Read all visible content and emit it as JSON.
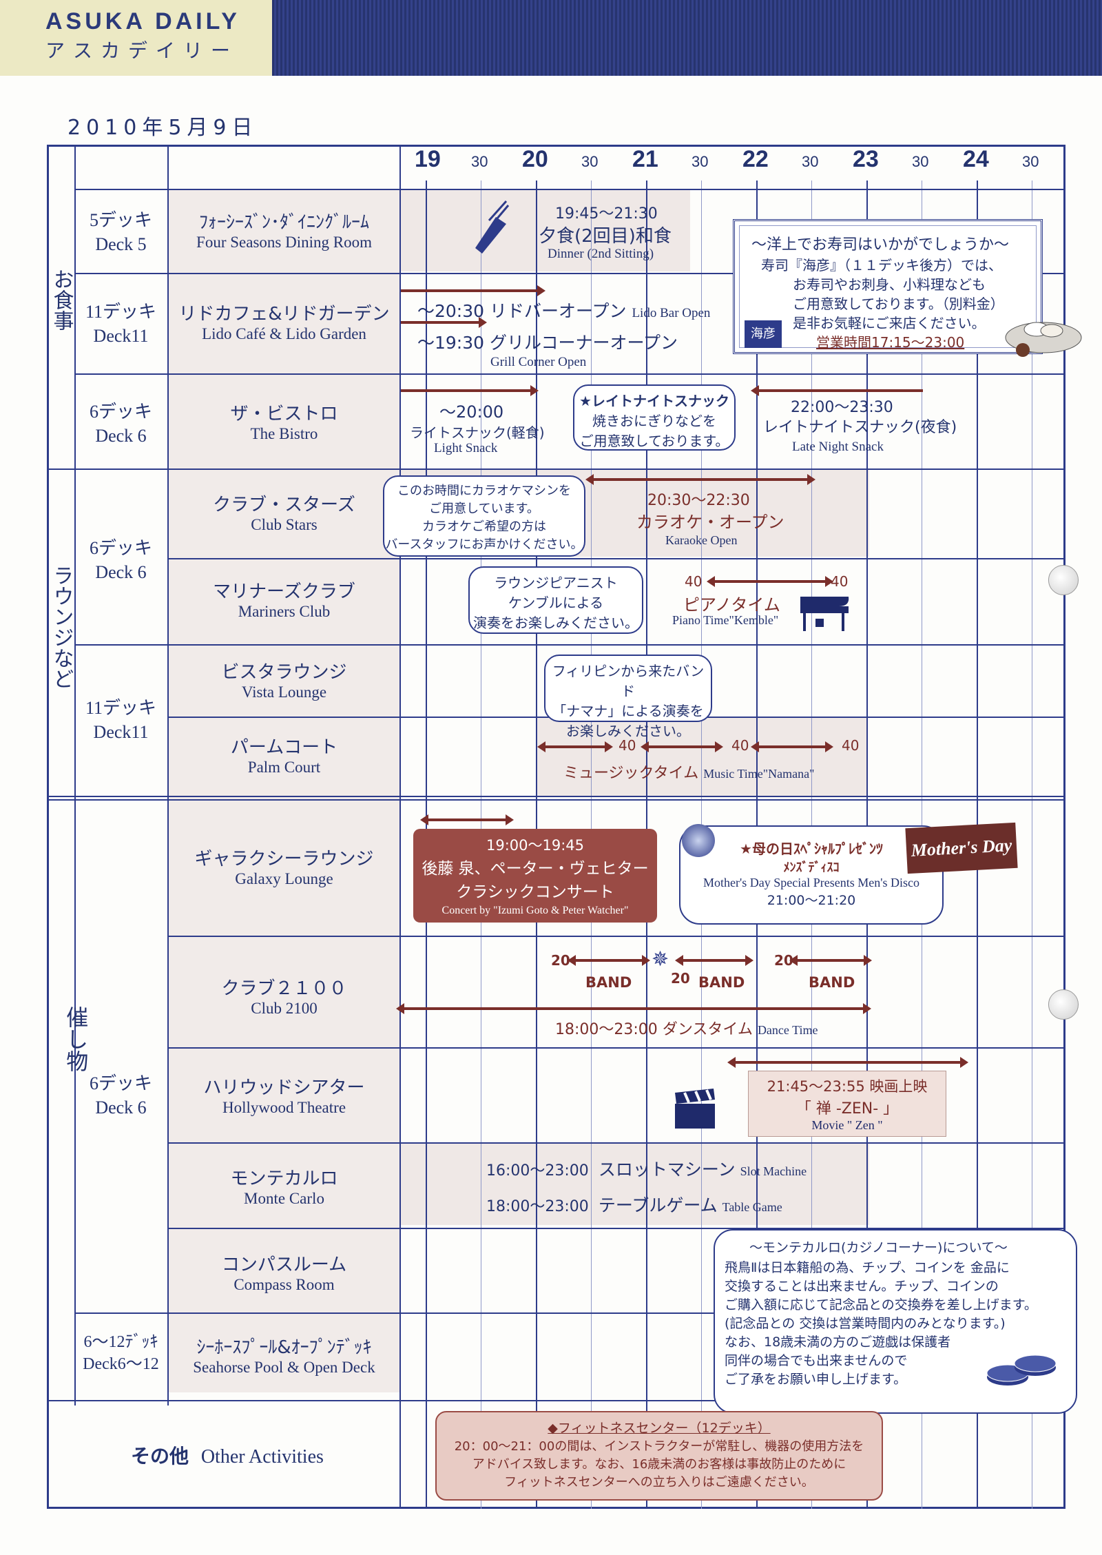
{
  "header": {
    "brand_en": "ASUKA DAILY",
    "brand_ja": "アスカデイリー",
    "date": "2010年5月9日"
  },
  "timeline": {
    "hours": [
      "19",
      "20",
      "21",
      "22",
      "23",
      "24"
    ],
    "half": "30"
  },
  "sections": {
    "dining": "お食事",
    "lounge": "ラウンジなど",
    "events": "催し物"
  },
  "decks": {
    "d5": {
      "ja": "5デッキ",
      "en": "Deck 5"
    },
    "d11a": {
      "ja": "11デッキ",
      "en": "Deck11"
    },
    "d6a": {
      "ja": "6デッキ",
      "en": "Deck 6"
    },
    "d6b": {
      "ja": "6デッキ",
      "en": "Deck 6"
    },
    "d11b": {
      "ja": "11デッキ",
      "en": "Deck11"
    },
    "d6c": {
      "ja": "6デッキ",
      "en": "Deck 6"
    },
    "d612": {
      "ja": "6～12ﾃﾞｯｷ",
      "en": "Deck6～12"
    }
  },
  "venues": [
    {
      "ja": "ﾌｫｰｼｰｽﾞﾝ･ﾀﾞｲﾆﾝｸﾞﾙｰﾑ",
      "en": "Four Seasons Dining Room"
    },
    {
      "ja": "リドカフェ&リドガーデン",
      "en": "Lido Café & Lido Garden"
    },
    {
      "ja": "ザ・ビストロ",
      "en": "The Bistro"
    },
    {
      "ja": "クラブ・スターズ",
      "en": "Club Stars"
    },
    {
      "ja": "マリナーズクラブ",
      "en": "Mariners Club"
    },
    {
      "ja": "ビスタラウンジ",
      "en": "Vista Lounge"
    },
    {
      "ja": "パームコート",
      "en": "Palm Court"
    },
    {
      "ja": "ギャラクシーラウンジ",
      "en": "Galaxy Lounge"
    },
    {
      "ja": "クラブ２１００",
      "en": "Club 2100"
    },
    {
      "ja": "ハリウッドシアター",
      "en": "Hollywood Theatre"
    },
    {
      "ja": "モンテカルロ",
      "en": "Monte Carlo"
    },
    {
      "ja": "コンパスルーム",
      "en": "Compass Room"
    },
    {
      "ja": "ｼｰﾎｰｽﾌﾟｰﾙ&ｵｰﾌﾟﾝﾃﾞｯｷ",
      "en": "Seahorse Pool & Open Deck"
    }
  ],
  "other": {
    "ja": "その他",
    "en": "Other Activities"
  },
  "events": {
    "dinner_time": "19:45～21:30",
    "dinner_ja": "夕食(2回目)和食",
    "dinner_en": "Dinner (2nd Sitting)",
    "lido_bar": "～20:30 リドバーオープン",
    "lido_bar_en": "Lido Bar Open",
    "grill": "～19:30 グリルコーナーオープン",
    "grill_en": "Grill Corner Open",
    "sushi_title": "～洋上でお寿司はいかがでしょうか～",
    "sushi_l1": "寿司『海彦』（１１デッキ後方）では、",
    "sushi_l2": "お寿司やお刺身、小料理なども",
    "sushi_l3": "ご用意致しております。（別料金）",
    "sushi_l4": "是非お気軽にご来店ください。",
    "sushi_hours": "営業時間17:15～23:00",
    "sushi_logo": "海彦",
    "light_time": "～20:00",
    "light_ja": "ライトスナック(軽食)",
    "light_en": "Light Snack",
    "late_bubble_title": "★レイトナイトスナック",
    "late_bubble_l1": "焼きおにぎりなどを",
    "late_bubble_l2": "ご用意致しております。",
    "late_time": "22:00～23:30",
    "late_ja": "レイトナイトスナック(夜食)",
    "late_en": "Late Night Snack",
    "karaoke_bubble_l1": "このお時間にカラオケマシンを",
    "karaoke_bubble_l2": "ご用意しています。",
    "karaoke_bubble_l3": "カラオケご希望の方は",
    "karaoke_bubble_l4": "バースタッフにお声かけください。",
    "karaoke_time": "20:30～22:30",
    "karaoke_ja": "カラオケ・オープン",
    "karaoke_en": "Karaoke Open",
    "piano_bubble_l1": "ラウンジピアニスト",
    "piano_bubble_l2": "ケンブルによる",
    "piano_bubble_l3": "演奏をお楽しみください。",
    "piano_a": "40",
    "piano_b": "40",
    "piano_ja": "ピアノタイム",
    "piano_en": "Piano Time\"Kemble\"",
    "band_bubble_l1": "フィリピンから来たバンド",
    "band_bubble_l2": "「ナマナ」による演奏を",
    "band_bubble_l3": "お楽しみください。",
    "music_n1": "40",
    "music_n2": "40",
    "music_n3": "40",
    "music_ja": "ミュージックタイム",
    "music_en": "Music Time\"Namana\"",
    "concert_time": "19:00～19:45",
    "concert_l1": "後藤 泉、ペーター・ヴェヒター",
    "concert_l2": "クラシックコンサート",
    "concert_en": "Concert by \"Izumi Goto & Peter Watcher\"",
    "md_title": "★母の日ｽﾍﾟｼｬﾙﾌﾟﾚｾﾞﾝﾂ",
    "md_sub": "ﾒﾝｽﾞﾃﾞｨｽｺ",
    "md_en": "Mother's Day Special Presents Men's Disco",
    "md_time": "21:00～21:20",
    "md_logo": "Mother's Day",
    "band_n1": "20",
    "band_n2": "20",
    "band_n3": "20",
    "band_label": "BAND",
    "dance_time": "18:00～23:00",
    "dance_ja": "ダンスタイム",
    "dance_en": "Dance Time",
    "movie_time": "21:45～23:55 映画上映",
    "movie_title": "「 禅 -ZEN- 」",
    "movie_en": "Movie \" Zen \"",
    "slot_time": "16:00～23:00",
    "slot_ja": "スロットマシーン",
    "slot_en": "Slot Machine",
    "table_time": "18:00～23:00",
    "table_ja": "テーブルゲーム",
    "table_en": "Table Game",
    "casino_title": "～モンテカルロ(カジノコーナー)について～",
    "casino_l1": "飛鳥Ⅱは日本籍船の為、チップ、コインを 金品に",
    "casino_l2": "交換することは出来ません。チップ、コインの",
    "casino_l3": "ご購入額に応じて記念品との交換券を差し上げます。",
    "casino_l4": "(記念品との 交換は営業時間内のみとなります。)",
    "casino_l5": "なお、18歳未満の方のご遊戯は保護者",
    "casino_l6": "同伴の場合でも出来ませんので",
    "casino_l7": "ご了承をお願い申し上げます。",
    "fit_title": "◆フィットネスセンター（12デッキ）",
    "fit_l1": "20：00～21：00の間は、インストラクターが常駐し、機器の使用方法を",
    "fit_l2": "アドバイス致します。なお、16歳未満のお客様は事故防止のために",
    "fit_l3": "フィットネスセンターへの立ち入りはご遠慮ください。"
  },
  "colors": {
    "navy": "#2d3b8a",
    "maroon": "#7a2e2a",
    "shade": "#efe8e6",
    "brand_bg": "#ece9c4"
  }
}
